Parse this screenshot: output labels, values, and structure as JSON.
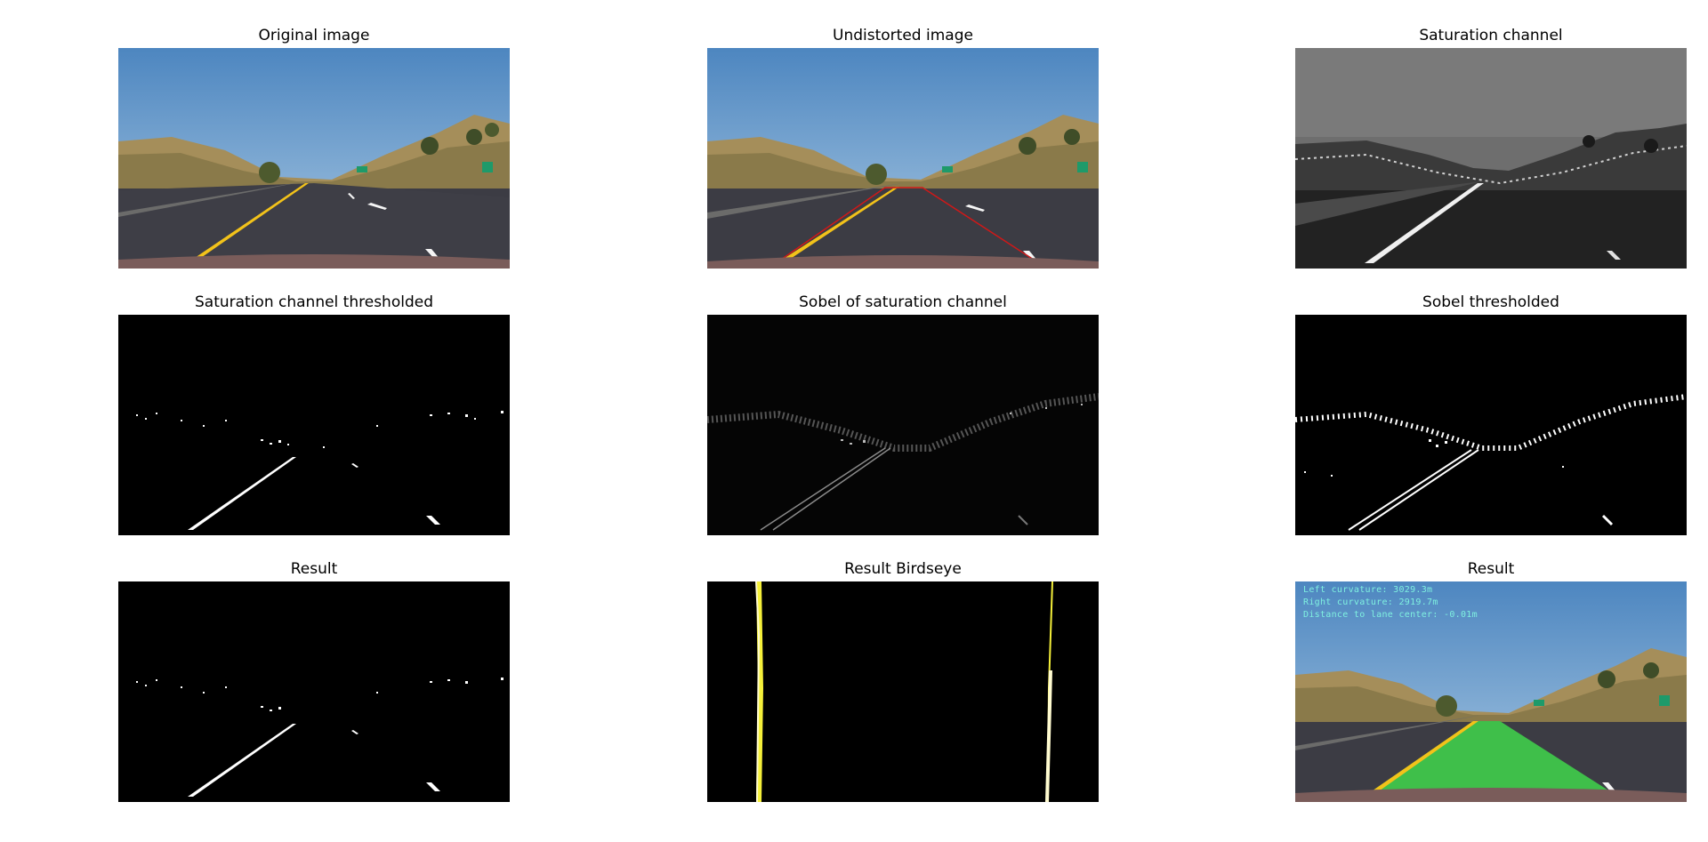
{
  "figure": {
    "panels": [
      {
        "title": "Original image"
      },
      {
        "title": "Undistorted image"
      },
      {
        "title": "Saturation channel"
      },
      {
        "title": "Saturation channel thresholded"
      },
      {
        "title": "Sobel of saturation channel"
      },
      {
        "title": "Sobel thresholded"
      },
      {
        "title": "Result"
      },
      {
        "title": "Result Birdseye"
      },
      {
        "title": "Result"
      }
    ],
    "overlay": {
      "left_curvature": "Left curvature: 3029.3m",
      "right_curvature": "Right curvature: 2919.7m",
      "center_distance": "Distance to lane center: -0.01m"
    },
    "colors": {
      "sky": "#5a8fc4",
      "road": "#3c3c44",
      "lane_yellow": "#f2c21a",
      "trapezoid_red": "#d01818",
      "lane_fill_green": "#3fbf4a",
      "overlay_text": "#7ff0e0"
    }
  }
}
